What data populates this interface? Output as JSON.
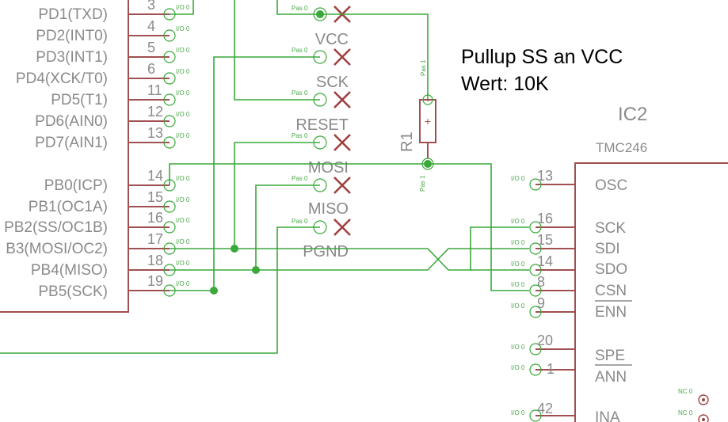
{
  "mcu": {
    "labels": [
      "PD1(TXD)",
      "PD2(INT0)",
      "PD3(INT1)",
      "PD4(XCK/T0)",
      "PD5(T1)",
      "PD6(AIN0)",
      "PD7(AIN1)",
      "PB0(ICP)",
      "PB1(OC1A)",
      "PB2(SS/OC1B)",
      "B3(MOSI/OC2)",
      "PB4(MISO)",
      "PB5(SCK)"
    ],
    "pins": [
      "3",
      "4",
      "5",
      "6",
      "11",
      "12",
      "13",
      "14",
      "15",
      "16",
      "17",
      "18",
      "19"
    ],
    "io_label": "I/O 0"
  },
  "header": {
    "labels": [
      "VCC",
      "SCK",
      "RESET",
      "MOSI",
      "MISO",
      "PGND"
    ],
    "pas_label": "Pas 0"
  },
  "resistor": {
    "name": "R1",
    "pas_top": "Pas 1",
    "pas_bottom": "Pas 1",
    "symbol": "+"
  },
  "note": {
    "line1": "Pullup SS an VCC",
    "line2": "Wert: 10K"
  },
  "ic2": {
    "name": "IC2",
    "part": "TMC246",
    "pins": [
      "13",
      "16",
      "15",
      "14",
      "8",
      "9",
      "20",
      "1",
      "42"
    ],
    "labels": [
      "OSC",
      "SCK",
      "SDI",
      "SDO",
      "CSN",
      "ENN",
      "SPE",
      "ANN",
      "INA"
    ],
    "io_label": "I/O 0",
    "nc_label": "NC 0"
  },
  "colors": {
    "wire": "#3aa83a",
    "body": "#a05050",
    "text": "#8a8a8a",
    "cross": "#a04040"
  }
}
